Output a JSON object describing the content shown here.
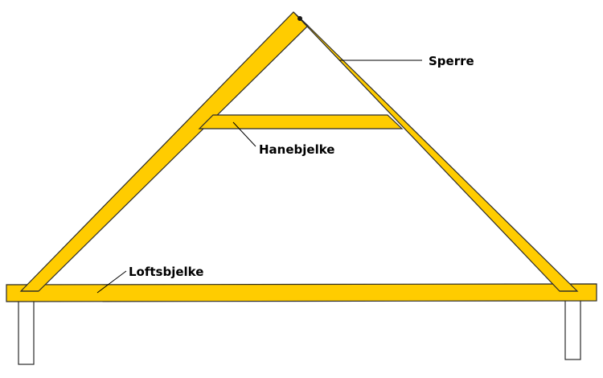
{
  "labels": {
    "rafter": "Sperre",
    "collar_beam": "Hanebjelke",
    "ceiling_joist": "Loftsbjelke"
  },
  "colors": {
    "timber_fill": "#ffcc00",
    "outline": "#2a2a2a",
    "post_fill": "#ffffff",
    "background": "#ffffff"
  }
}
